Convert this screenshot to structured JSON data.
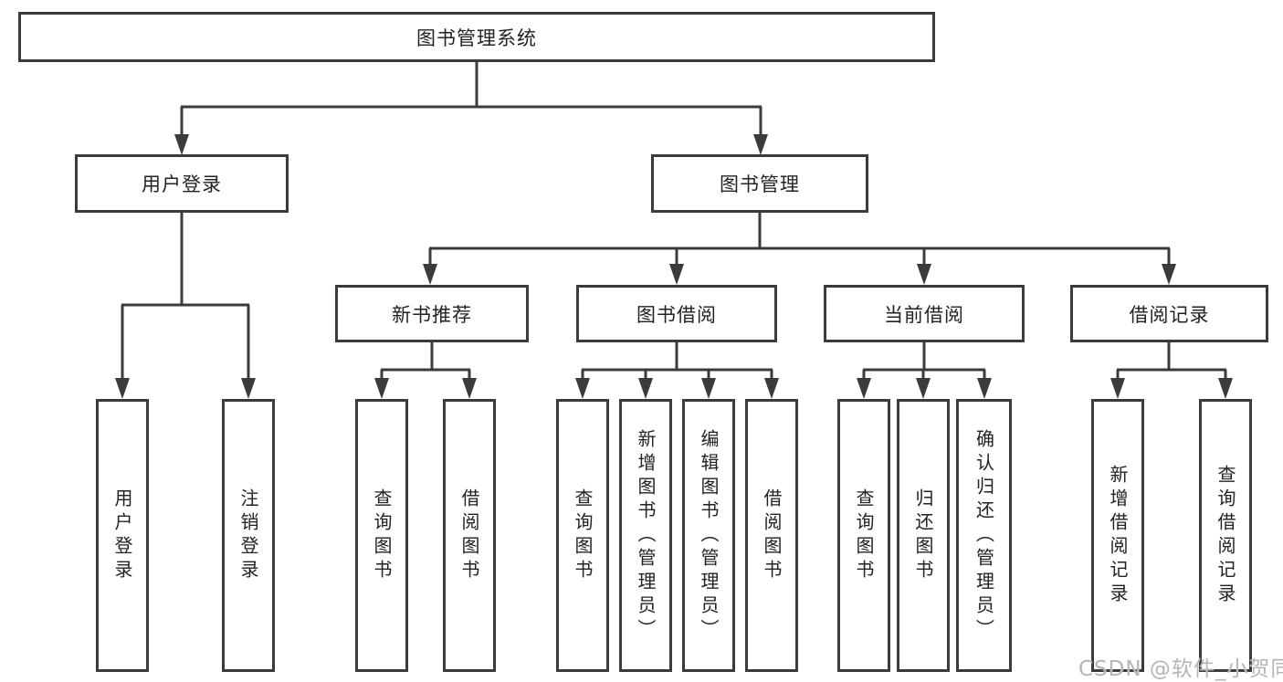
{
  "diagram": {
    "tree": {
      "root": {
        "label": "图书管理系统"
      },
      "children": [
        {
          "label": "用户登录",
          "children": [
            {
              "label": "用户登录"
            },
            {
              "label": "注销登录"
            }
          ]
        },
        {
          "label": "图书管理",
          "children": [
            {
              "label": "新书推荐",
              "children": [
                {
                  "label": "查询图书"
                },
                {
                  "label": "借阅图书"
                }
              ]
            },
            {
              "label": "图书借阅",
              "children": [
                {
                  "label": "查询图书"
                },
                {
                  "label": "新增图书（管理员）"
                },
                {
                  "label": "编辑图书（管理员）"
                },
                {
                  "label": "借阅图书"
                }
              ]
            },
            {
              "label": "当前借阅",
              "children": [
                {
                  "label": "查询图书"
                },
                {
                  "label": "归还图书"
                },
                {
                  "label": "确认归还（管理员）"
                }
              ]
            },
            {
              "label": "借阅记录",
              "children": [
                {
                  "label": "新增借阅记录"
                },
                {
                  "label": "查询借阅记录"
                }
              ]
            }
          ]
        }
      ]
    },
    "colors": {
      "line": "#3b3b3b",
      "box_border": "#3b3b3b",
      "text": "#222222",
      "background": "#ffffff",
      "watermark": "#b5b5b5"
    }
  },
  "watermark": {
    "text": "CSDN @软件_小贺同学"
  }
}
